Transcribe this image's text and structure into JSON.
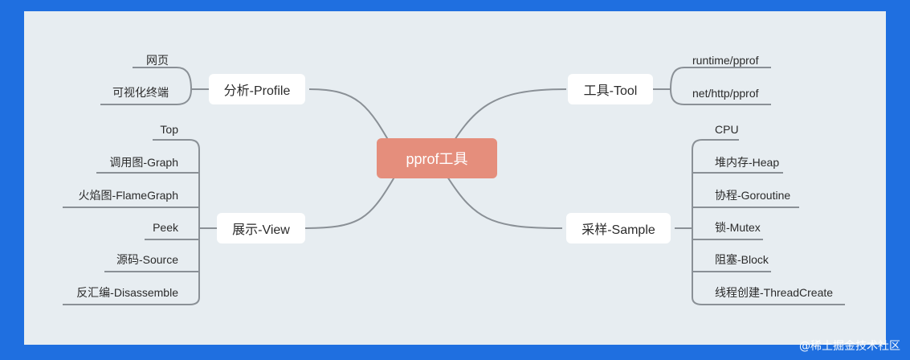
{
  "center": {
    "label": "pprof工具"
  },
  "branches": {
    "profile": {
      "label": "分析-Profile",
      "items": [
        "网页",
        "可视化终端"
      ]
    },
    "view": {
      "label": "展示-View",
      "items": [
        "Top",
        "调用图-Graph",
        "火焰图-FlameGraph",
        "Peek",
        "源码-Source",
        "反汇编-Disassemble"
      ]
    },
    "tool": {
      "label": "工具-Tool",
      "items": [
        "runtime/pprof",
        "net/http/pprof"
      ]
    },
    "sample": {
      "label": "采样-Sample",
      "items": [
        "CPU",
        "堆内存-Heap",
        "协程-Goroutine",
        "锁-Mutex",
        "阻塞-Block",
        "线程创建-ThreadCreate"
      ]
    }
  },
  "watermark": "@稀土掘金技术社区",
  "colors": {
    "background": "#1f6fe0",
    "canvas": "#e7edf1",
    "center": "#e58e7c",
    "line": "#8a9096"
  }
}
